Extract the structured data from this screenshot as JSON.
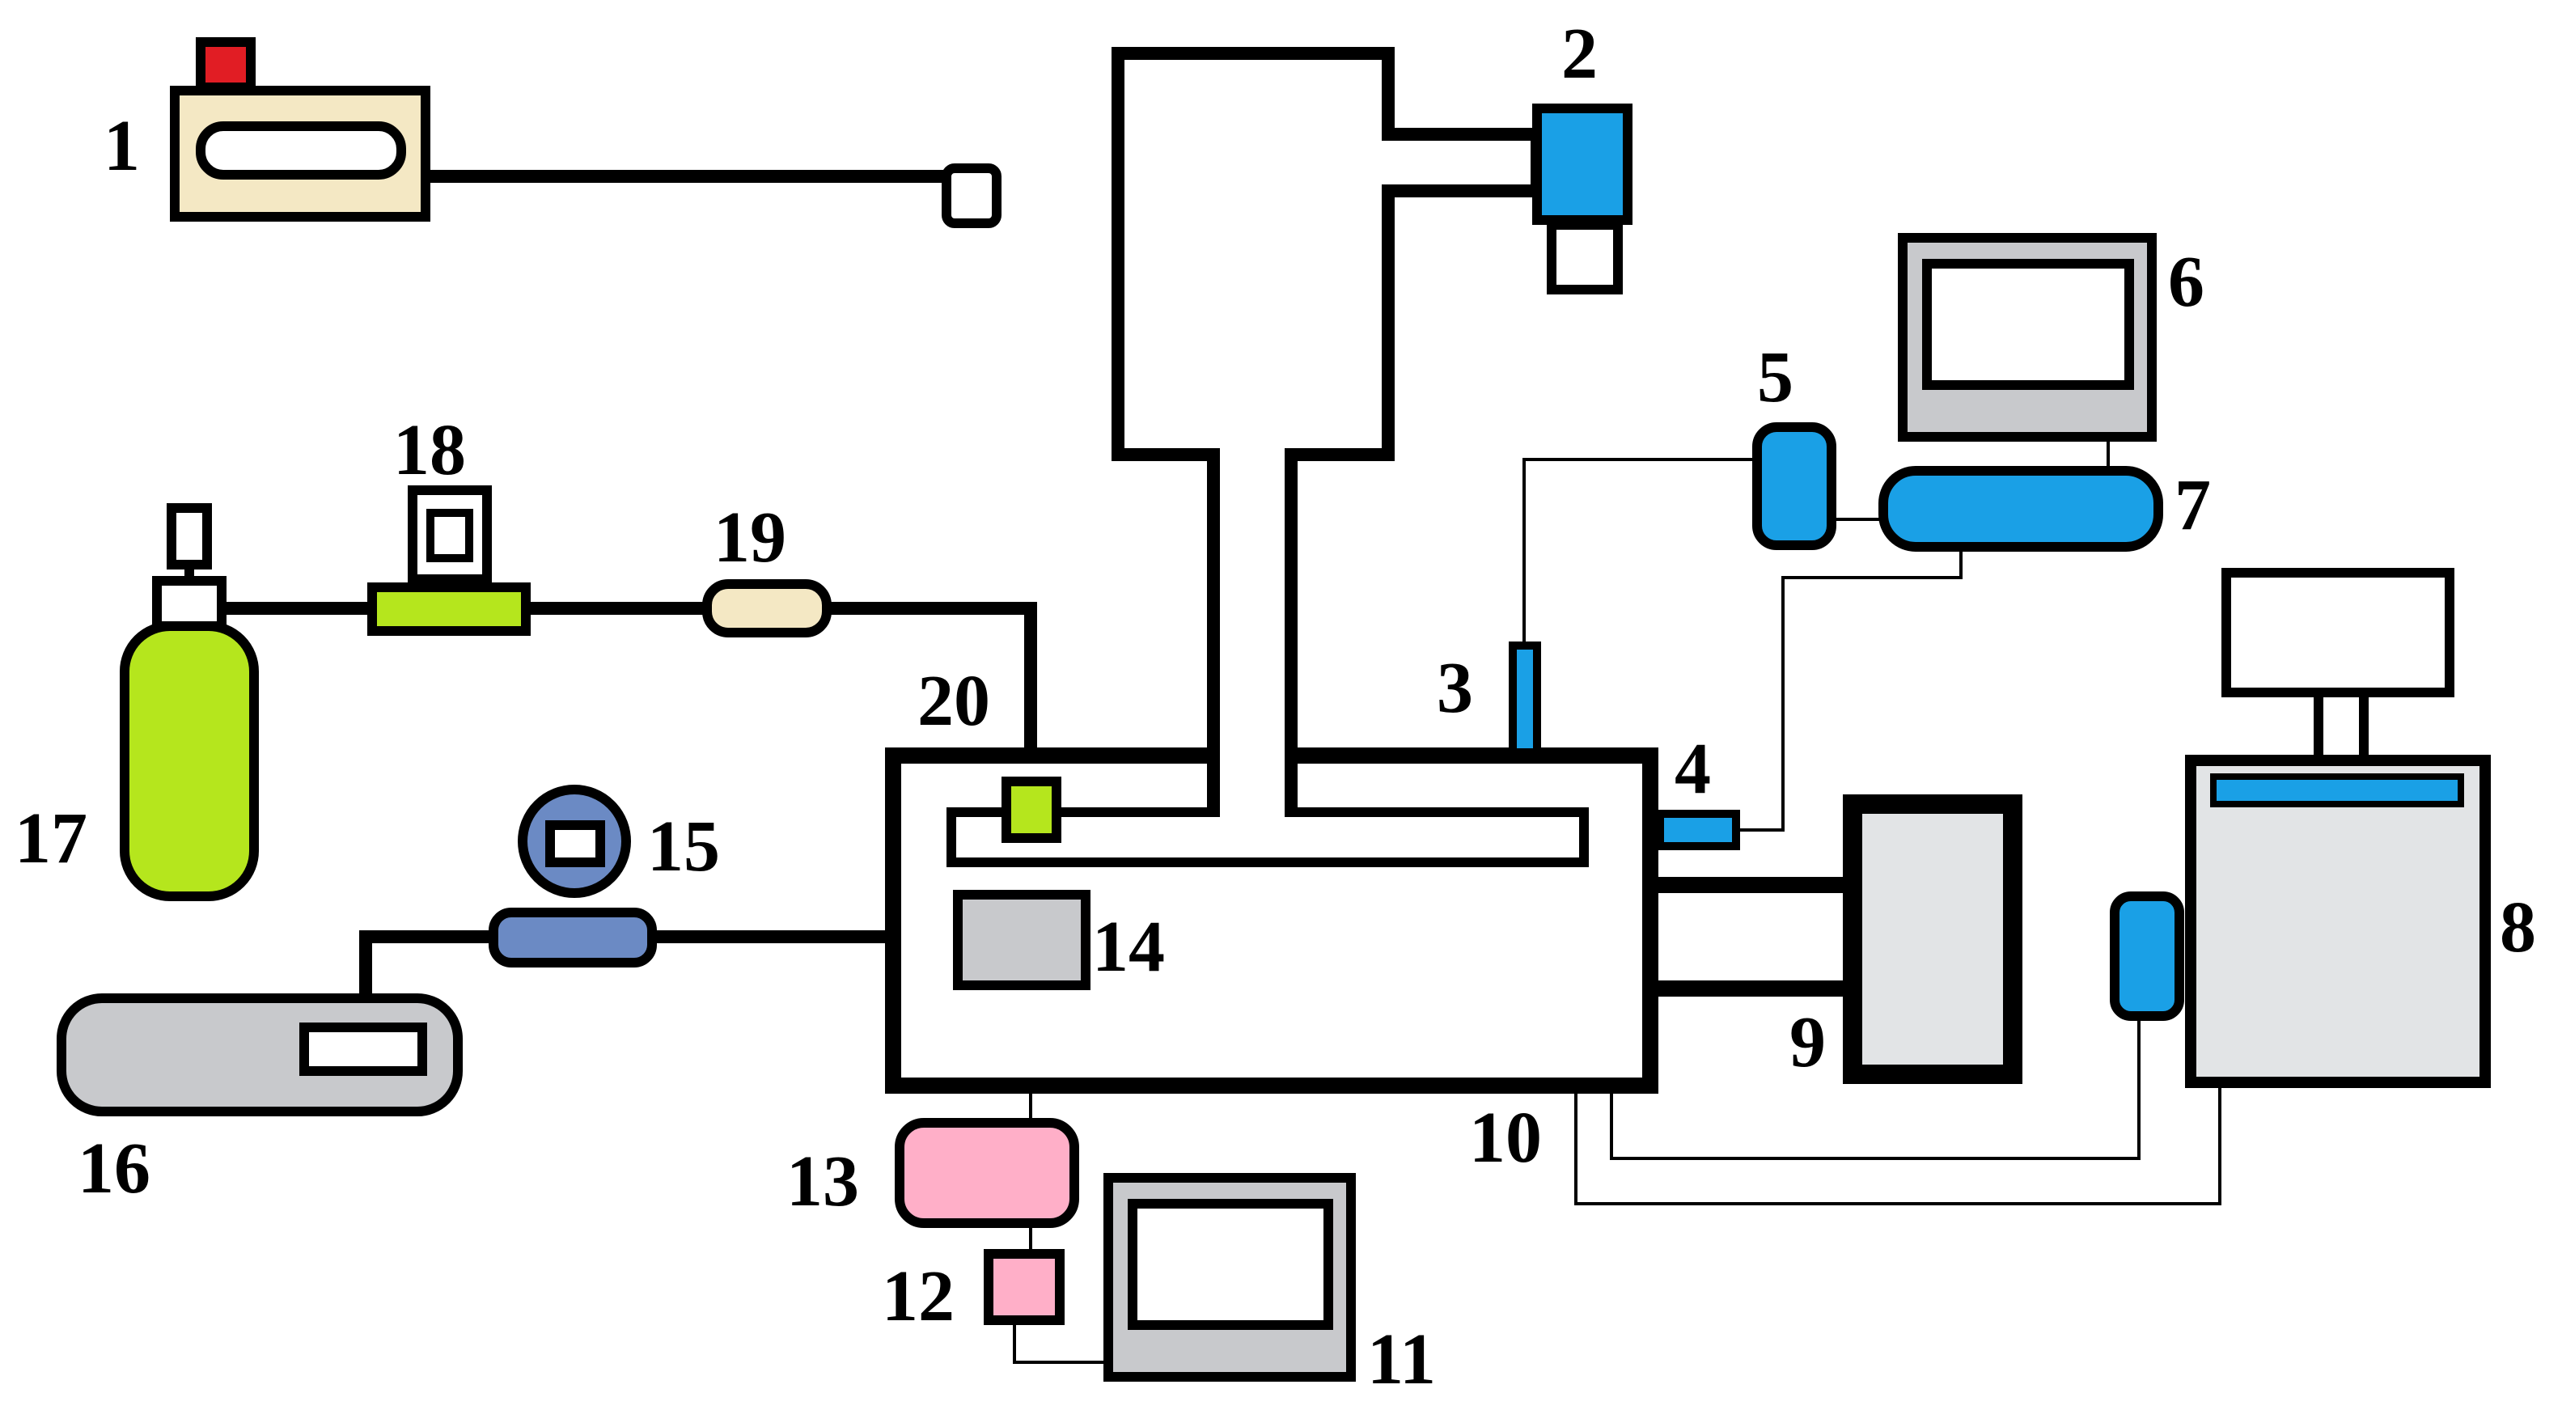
{
  "colors": {
    "stroke": "#000000",
    "tan": "#f4e8c4",
    "red": "#e11d24",
    "blue": "#1aa0e6",
    "gray": "#c8c9cc",
    "lightgray": "#e2e4e6",
    "lime": "#b5e61d",
    "pink": "#ffafc8",
    "slate_blue": "#6b8ac4",
    "white": "#ffffff"
  },
  "labels": {
    "c1": "1",
    "c2": "2",
    "c3": "3",
    "c4": "4",
    "c5": "5",
    "c6": "6",
    "c7": "7",
    "c8": "8",
    "c9": "9",
    "c10": "10",
    "c11": "11",
    "c12": "12",
    "c13": "13",
    "c14": "14",
    "c15": "15",
    "c16": "16",
    "c17": "17",
    "c18": "18",
    "c19": "19",
    "c20": "20"
  }
}
